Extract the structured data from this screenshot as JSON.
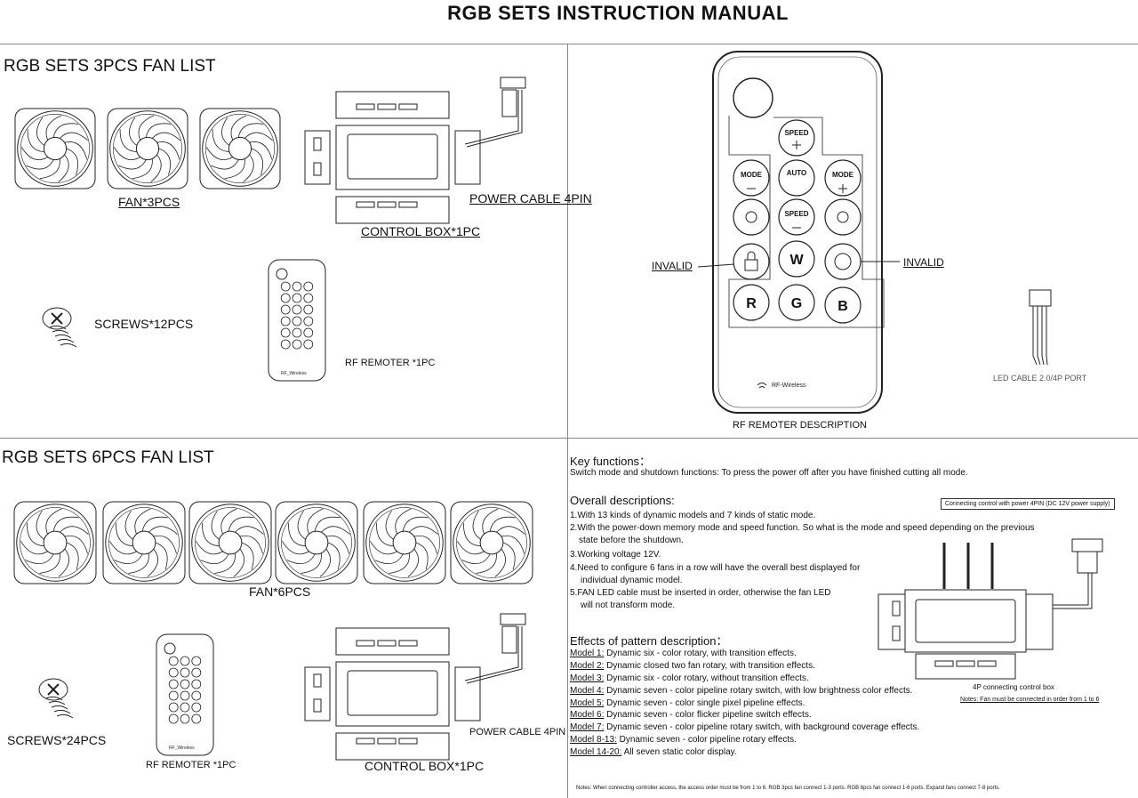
{
  "title": "RGB SETS INSTRUCTION MANUAL",
  "set3": {
    "title": "RGB SETS 3PCS FAN LIST",
    "fan_label": "FAN*3PCS",
    "control_label": "CONTROL BOX*1PC",
    "power_label": "POWER CABLE 4PIN",
    "screws_label": "SCREWS*12PCS",
    "remote_label": "RF REMOTER *1PC"
  },
  "set6": {
    "title": "RGB SETS 6PCS FAN LIST",
    "fan_label": "FAN*6PCS",
    "control_label": "CONTROL BOX*1PC",
    "power_label": "POWER CABLE 4PIN",
    "screws_label": "SCREWS*24PCS",
    "remote_label": "RF REMOTER *1PC"
  },
  "remote": {
    "buttons": {
      "speed_up": "SPEED",
      "mode_left": "MODE",
      "auto": "AUTO",
      "mode_right": "MODE",
      "speed_down": "SPEED",
      "w": "W",
      "r": "R",
      "g": "G",
      "b": "B"
    },
    "wireless": "RF-Wireless",
    "invalid_left": "INVALID",
    "invalid_right": "INVALID",
    "description": "RF REMOTER DESCRIPTION",
    "mini_wireless": "RF_Wireless"
  },
  "led_cable": "LED CABLE 2.0/4P PORT",
  "key_functions": {
    "heading": "Key functions：",
    "text": "Switch mode and shutdown functions: To press the power off after you have finished cutting all mode."
  },
  "overall": {
    "heading": "Overall descriptions:",
    "items": [
      "1.With 13 kinds of dynamic models and 7 kinds of static mode.",
      "2.With the power-down memory mode and speed function. So what is the mode and speed depending on the previous",
      "state before the shutdown.",
      "3.Working voltage 12V.",
      "4.Need to configure 6 fans in a row will have the overall best displayed for",
      "individual dynamic model.",
      "5.FAN LED cable must be inserted in order, otherwise the fan LED",
      "will not transform mode."
    ]
  },
  "connect_box": {
    "label": "Connecting control with power 4PIN (DC 12V power supply)",
    "caption": "4P connecting control box",
    "note": "Notes: Fan must be connected in order from 1 to 6"
  },
  "effects": {
    "heading": "Effects of pattern description：",
    "models": [
      {
        "k": "Model 1:",
        "v": " Dynamic six - color rotary, with transition effects."
      },
      {
        "k": "Model 2:",
        "v": " Dynamic closed two fan rotary, with transition effects."
      },
      {
        "k": "Model 3:",
        "v": " Dynamic six - color rotary, without transition effects."
      },
      {
        "k": "Model 4:",
        "v": " Dynamic seven - color pipeline rotary switch, with low brightness color effects."
      },
      {
        "k": "Model 5:",
        "v": " Dynamic seven - color single pixel pipeline effects."
      },
      {
        "k": "Model 6:",
        "v": " Dynamic seven - color flicker pipeline switch effects."
      },
      {
        "k": "Model 7:",
        "v": " Dynamic seven - color pipeline rotary switch, with background coverage effects."
      },
      {
        "k": "Model 8-13:",
        "v": " Dynamic seven - color pipeline rotary effects."
      },
      {
        "k": "Model 14-20:",
        "v": " All seven static color display."
      }
    ]
  },
  "footer_note": "Notes: When connecting controller access, the access order must be from 1 to 6. RGB 3pcs fan connect 1-3 ports. RGB 6pcs fan connect 1-6 ports. Expand fans connect 7-8 ports."
}
